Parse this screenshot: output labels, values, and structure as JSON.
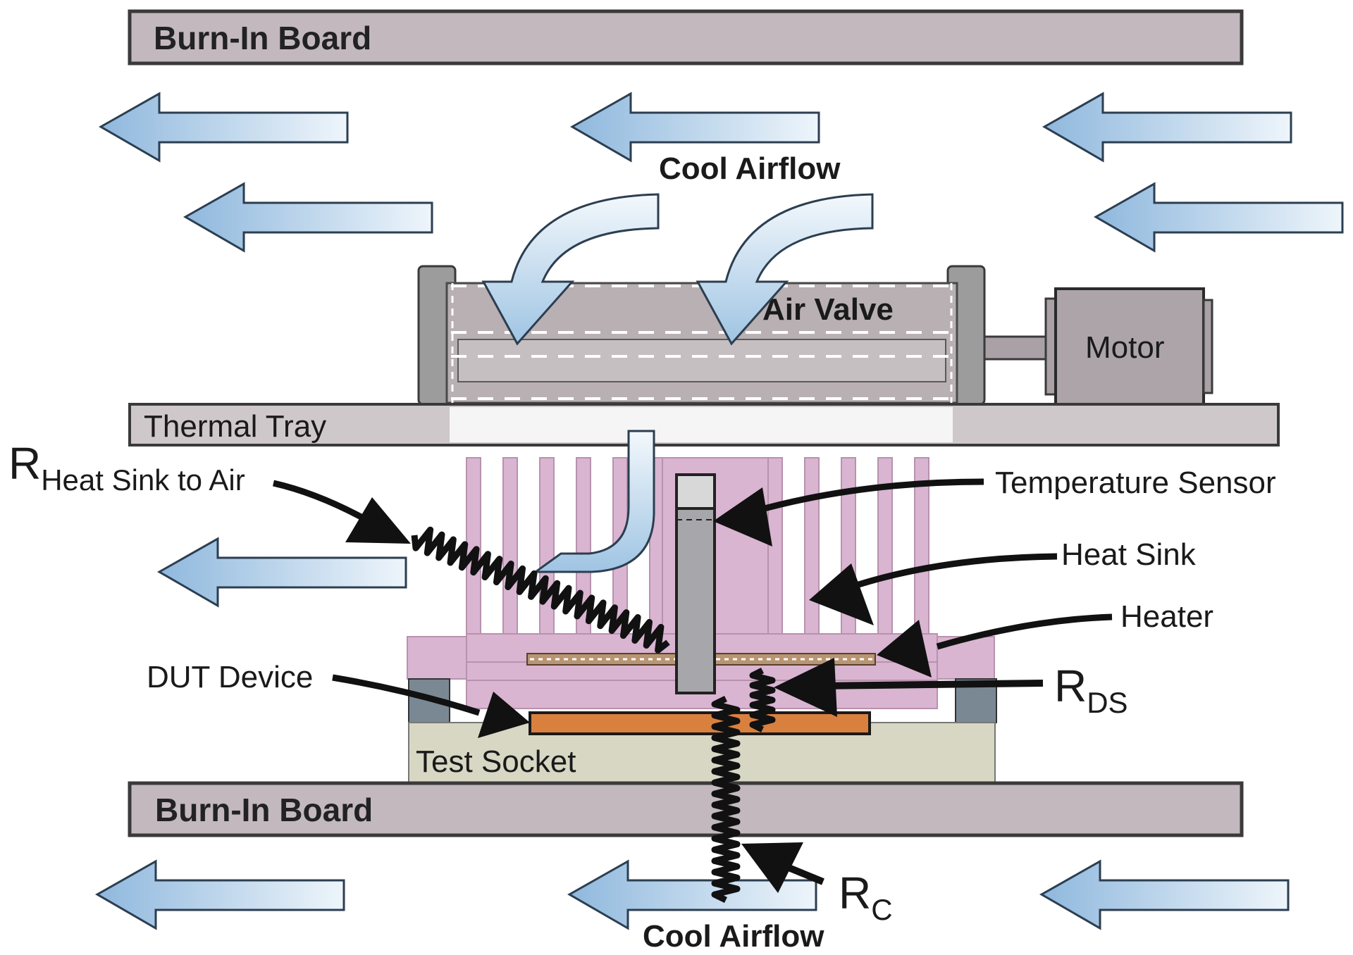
{
  "diagram": {
    "labels": {
      "burn_in_board_top": "Burn-In Board",
      "burn_in_board_bottom": "Burn-In Board",
      "cool_airflow_top": "Cool Airflow",
      "cool_airflow_bottom": "Cool Airflow",
      "air_valve": "Air Valve",
      "motor": "Motor",
      "thermal_tray": "Thermal Tray",
      "r_heatsink_main": "R",
      "r_heatsink_sub": "Heat Sink to Air",
      "temperature_sensor": "Temperature Sensor",
      "heat_sink": "Heat Sink",
      "heater": "Heater",
      "dut_device": "DUT Device",
      "r_ds_main": "R",
      "r_ds_sub": "DS",
      "test_socket": "Test Socket",
      "r_c_main": "R",
      "r_c_sub": "C"
    },
    "colors": {
      "board": "#c2b8be",
      "board_outline": "#3a3a3a",
      "airflow_arrow": "#aacbe6",
      "air_valve_frame": "#9c9c9c",
      "air_valve_body": "#b8b0b3",
      "motor": "#aca4a8",
      "thermal_tray": "#cfc8cb",
      "heat_sink": "#d9b5d1",
      "heater": "#b89573",
      "dut_device": "#d9803f",
      "test_socket": "#d8d7c4",
      "sensor": "#a7a7ab",
      "resistor_spring": "#111111",
      "leader_arrow": "#111111"
    }
  }
}
